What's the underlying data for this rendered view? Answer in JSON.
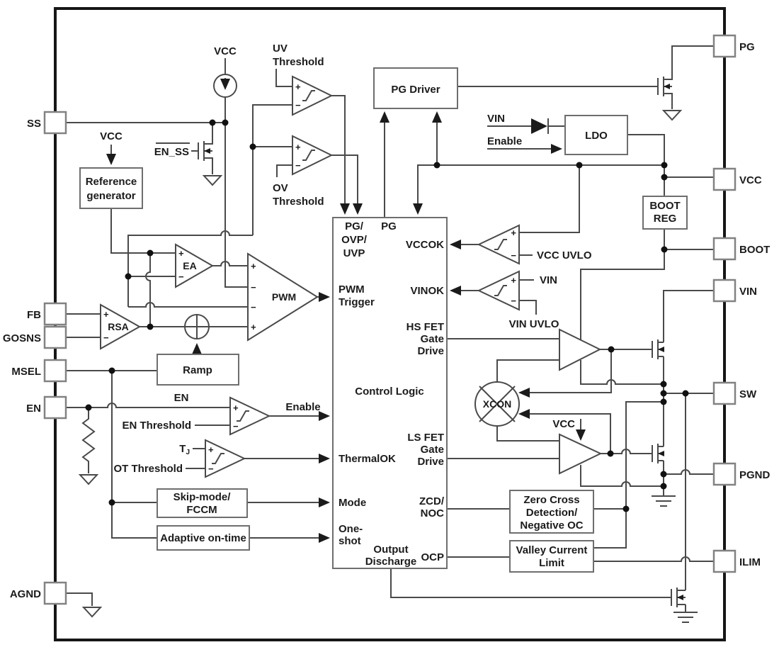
{
  "pins": {
    "ss": "SS",
    "fb": "FB",
    "gosns": "GOSNS",
    "msel": "MSEL",
    "en": "EN",
    "agnd": "AGND",
    "pg": "PG",
    "vcc": "VCC",
    "boot": "BOOT",
    "vin": "VIN",
    "sw": "SW",
    "pgnd": "PGND",
    "ilim": "ILIM"
  },
  "blocks": {
    "reference_generator": [
      "Reference",
      "generator"
    ],
    "pg_driver": "PG Driver",
    "ldo": "LDO",
    "boot_reg": [
      "BOOT",
      "REG"
    ],
    "ramp": "Ramp",
    "skip_mode": [
      "Skip-mode/",
      "FCCM"
    ],
    "adaptive_on_time": "Adaptive on-time",
    "zero_cross": [
      "Zero Cross",
      "Detection/",
      "Negative OC"
    ],
    "valley_current": [
      "Valley Current",
      "Limit"
    ],
    "control_logic": "Control Logic"
  },
  "control_ports": {
    "pg_ovp_uvp": [
      "PG/",
      "OVP/",
      "UVP"
    ],
    "pg": "PG",
    "vccok": "VCCOK",
    "pwm_trigger": [
      "PWM",
      "Trigger"
    ],
    "vinok": "VINOK",
    "hs_fet_gate_drive": [
      "HS FET",
      "Gate",
      "Drive"
    ],
    "thermal_ok": "ThermalOK",
    "mode": "Mode",
    "one_shot": [
      "One-",
      "shot"
    ],
    "ls_fet_gate_drive": [
      "LS FET",
      "Gate",
      "Drive"
    ],
    "zcd_noc": [
      "ZCD/",
      "NOC"
    ],
    "ocp": "OCP",
    "output_discharge": [
      "Output",
      "Discharge"
    ]
  },
  "amplifiers": {
    "ea": "EA",
    "rsa": "RSA",
    "pwm": "PWM",
    "xcon": "XCON"
  },
  "signals": {
    "vcc_source": "VCC",
    "vcc_ref": "VCC",
    "vcc_ls_driver": "VCC",
    "en_ss": "EN_SS",
    "uv_threshold": [
      "UV",
      "Threshold"
    ],
    "ov_threshold": [
      "OV",
      "Threshold"
    ],
    "vin_ldo": "VIN",
    "enable_ldo": "Enable",
    "vcc_uvlo": "VCC UVLO",
    "vin_comp": "VIN",
    "vin_uvlo": "VIN UVLO",
    "en": "EN",
    "en_threshold": "EN Threshold",
    "enable_out": "Enable",
    "tj_base": "T",
    "tj_sub": "J",
    "ot_threshold": "OT Threshold"
  },
  "symbols": {
    "plus": "+",
    "minus": "−"
  },
  "colors": {
    "wire": "#4a4a4a",
    "border": "#161616",
    "box_stroke": "#6e6e6e",
    "text": "#1b1b1b",
    "background": "#ffffff",
    "dot": "#111111"
  }
}
